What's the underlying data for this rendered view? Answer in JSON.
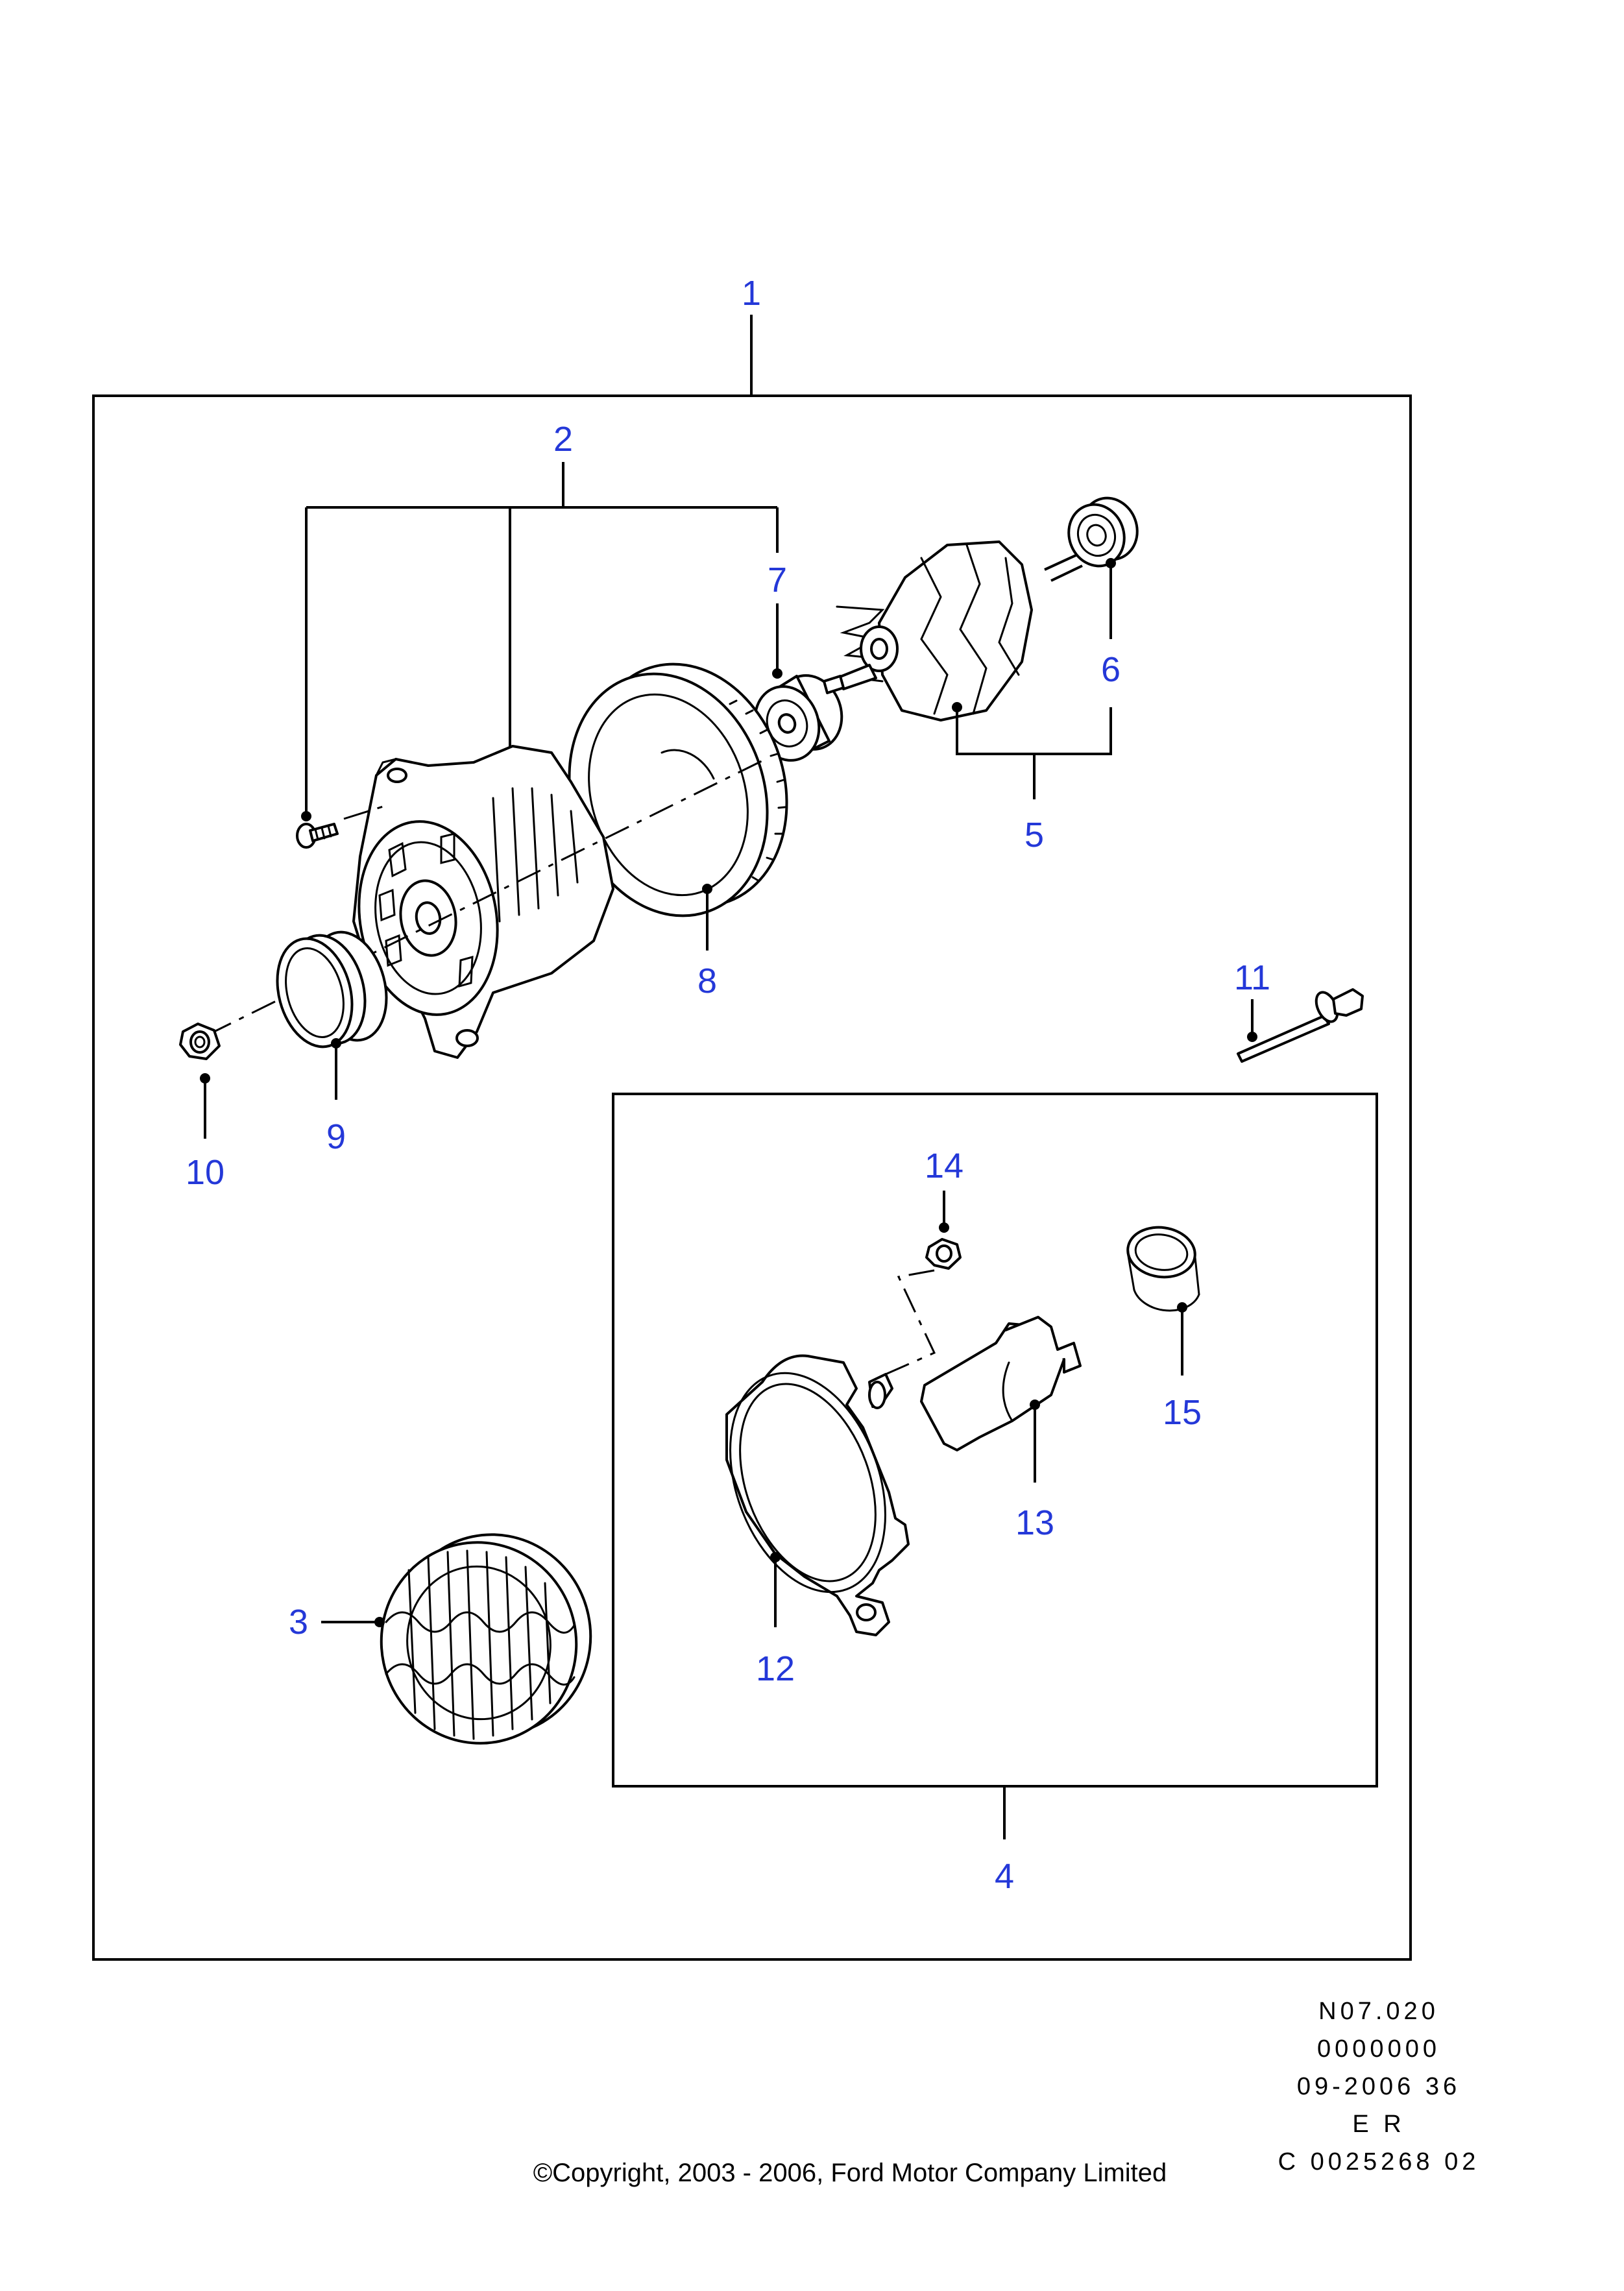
{
  "callouts": {
    "c1": "1",
    "c2": "2",
    "c3": "3",
    "c4": "4",
    "c5": "5",
    "c6": "6",
    "c7": "7",
    "c8": "8",
    "c9": "9",
    "c10": "10",
    "c11": "11",
    "c12": "12",
    "c13": "13",
    "c14": "14",
    "c15": "15"
  },
  "reference_block": {
    "line1": "N07.020",
    "line2": "0000000",
    "line3": "09-2006 36",
    "line4": "E R",
    "line5": "C 0025268 02"
  },
  "copyright": "©Copyright, 2003 - 2006, Ford Motor Company Limited",
  "colors": {
    "callout": "#2438d8",
    "line": "#000000",
    "background": "#ffffff"
  }
}
